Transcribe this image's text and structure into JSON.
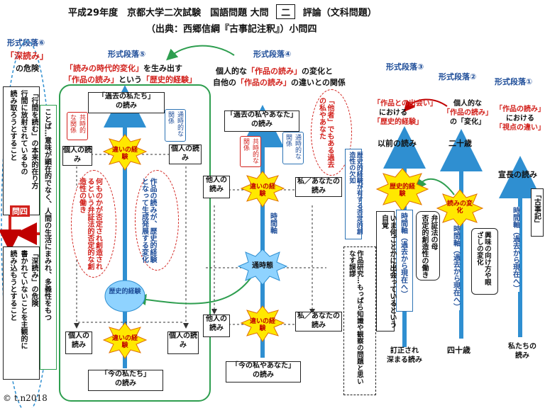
{
  "header": {
    "line1": "平成29年度　京都大学二次試験　国語問題 大問",
    "dai": "二",
    "line1b": "評論（文科問題）",
    "line2": "（出典：西郷信綱『古事記注釈』）小問四"
  },
  "sections": {
    "s6": "形式段落⑥",
    "s5": "形式段落⑤",
    "s4": "形式段落④",
    "s3": "形式段落③",
    "s2": "形式段落②",
    "s1": "形式段落①"
  },
  "s6": {
    "head_a": "「深読み」",
    "head_b": "の危険",
    "v1": "「行間を読む」の本来的在り方",
    "v2": "行間に放射されているもの",
    "v3": "読み取ろうとすること",
    "v4": "ことば…意味が顕在的でなく、人間の生活にまみれ、多義性をもつ",
    "label_mondai": "問四",
    "v5": "「深読み」の危険",
    "v6": "書かれていないことを主観的に",
    "v7": "読み込もうとすること"
  },
  "s5": {
    "head1a": "「読みの時代的変化」",
    "head1b": "を生み出す",
    "head2a": "「作品の読み」",
    "head2b": "という",
    "head2c": "「歴史的経験」",
    "top_box_a": "「過去の私たち」",
    "top_box_b": "の読み",
    "bottom_box_a": "「今の私たち」",
    "bottom_box_b": "の読み",
    "red_lbl": "共時的な関係",
    "blue_lbl": "通時的な関係",
    "left_mid": "個人の読み",
    "right_mid": "個人の読み",
    "left_bot": "個人の読み",
    "right_bot": "個人の読み",
    "burst1": "違いの経験",
    "burst2": "違いの経験",
    "bubble1": "何ものかが否定され創造されるという弁証法的否定的な創造性の働き",
    "bubble2": "作品の読みが、歴史的経験となって生成発展する変化",
    "hist": "歴史的経験"
  },
  "s4": {
    "head1a": "個人的な",
    "head1b": "「作品の読み」",
    "head1c": "の変化と",
    "head2a": "自他の",
    "head2b": "「作品の読み」",
    "head2c": "の違いとの関係",
    "top_box_a": "「過去の私やあなた」",
    "top_box_b": "の読み",
    "bottom_box_a": "「今の私やあなた」",
    "bottom_box_b": "の読み",
    "red_lbl": "共時的な関係",
    "blue_lbl": "通時的な関係",
    "other_mid": "他人の読み",
    "self_mid": "私／あなたの読み",
    "other_bot": "他人の読み",
    "self_bot": "私／あなたの読み",
    "burst1": "違いの経験",
    "burst2": "違いの経験",
    "tsuji": "通時態",
    "time_axis": "時間軸",
    "bubble": "「他者」でもある過去の私やあなた",
    "v_hist": "歴史的経験が有する否定的創造性の欠如",
    "v_work": "作品研究…もっぱら知識や観察の問題と思いなす誤謬"
  },
  "s3": {
    "head_a": "「作品との出会い」",
    "head_b": "における",
    "head_c": "「歴史的経験」",
    "before": "以前の読み",
    "burst": "歴史的経験",
    "v_time": "時間軸（過去から現在へ）",
    "v_now": "いま何ごとかに出会っているという自覚",
    "v_mother": "弁証法の母",
    "v_neg": "否定的創造性の働き",
    "after_a": "訂正され",
    "after_b": "深まる読み"
  },
  "s2": {
    "head_a": "個人的な",
    "head_b": "「作品の読み」",
    "head_c": "の「変化」",
    "age20": "二十歳",
    "bubble": "読みの変化",
    "v_time": "時間軸（過去から現在へ）",
    "v_int": "興味の向け方や眼ざしの変化",
    "age40": "四十歳"
  },
  "s1": {
    "head_a": "「作品の読み」",
    "head_b": "における",
    "head_c": "「視点の違い」",
    "norinaga": "宣長の読み",
    "kojiki": "「古事記」",
    "v_time": "時間軸（過去から現在へ）",
    "ours_a": "私たちの",
    "ours_b": "読み"
  },
  "copyright": "© t.n2018",
  "colors": {
    "axis": "#2f8fd1",
    "red": "#d2211c",
    "blue": "#1f4e99",
    "green": "#2e9e4f"
  }
}
